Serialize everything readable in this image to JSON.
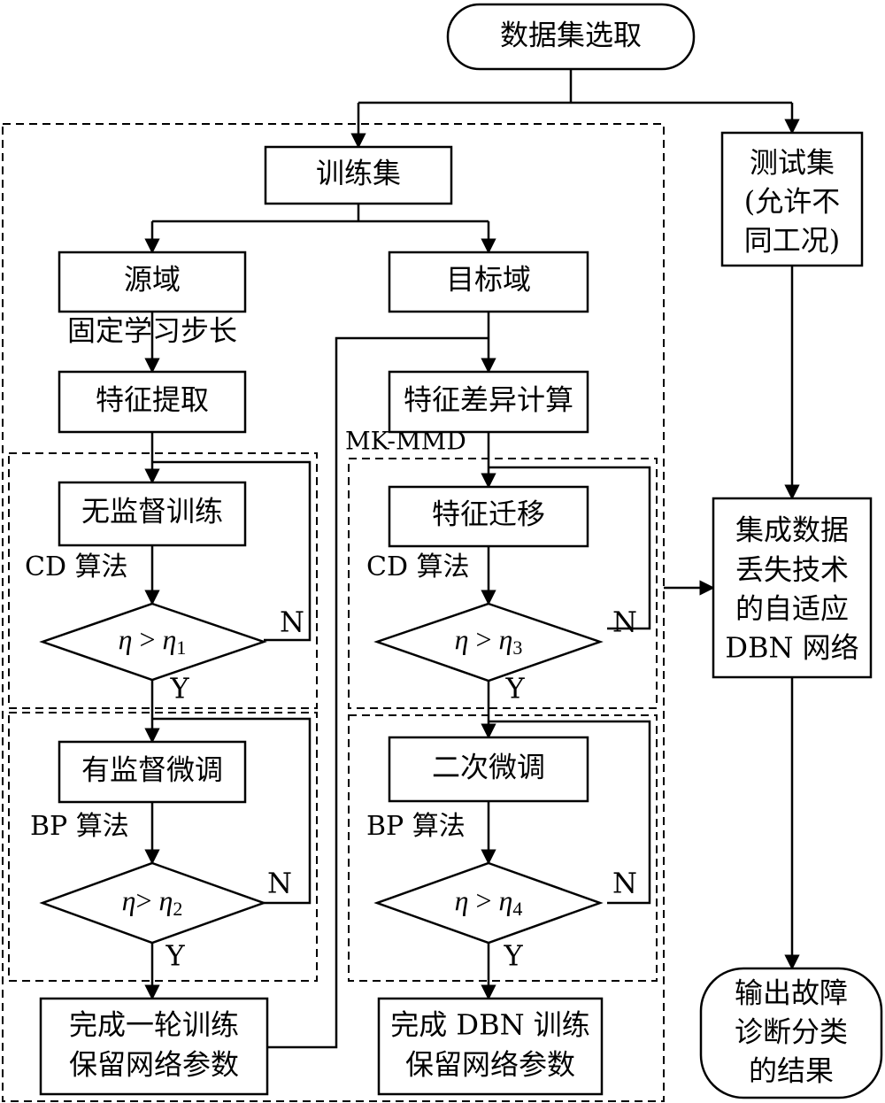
{
  "nodes": {
    "dataset_select": "数据集选取",
    "train_set": "训练集",
    "test_set": [
      "测试集",
      "(允许不",
      "同工况)"
    ],
    "source_domain": "源域",
    "target_domain": "目标域",
    "feature_extract": "特征提取",
    "feature_diff": "特征差异计算",
    "unsupervised_train": "无监督训练",
    "feature_transfer": "特征迁移",
    "supervised_finetune": "有监督微调",
    "second_finetune": "二次微调",
    "finish_round": [
      "完成一轮训练",
      "保留网络参数"
    ],
    "finish_dbn": [
      "完成 DBN 训练",
      "保留网络参数"
    ],
    "ensemble_dbn": [
      "集成数据",
      "丢失技术",
      "的自适应",
      "DBN 网络"
    ],
    "output": [
      "输出故障",
      "诊断分类",
      "的结果"
    ]
  },
  "labels": {
    "fixed_lr": "固定学习步长",
    "mk_mmd": "MK-MMD",
    "cd_algo": "CD 算法",
    "bp_algo": "BP 算法",
    "yes": "Y",
    "no": "N"
  },
  "conditions": {
    "eta": "η",
    "gt": ">",
    "eta_sym": "η",
    "sub1": "1",
    "sub2": "2",
    "sub3": "3",
    "sub4": "4"
  }
}
